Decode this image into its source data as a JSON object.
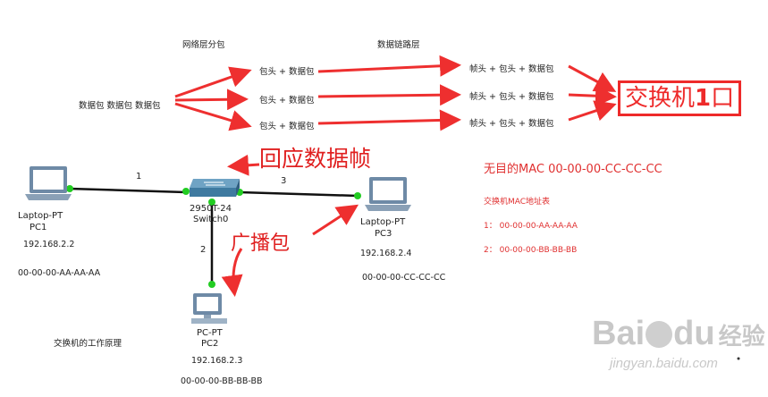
{
  "headers": {
    "network_layer": "网络层分包",
    "data_link_layer": "数据链路层"
  },
  "source": "数据包 数据包 数据包",
  "packets": [
    "包头 + 数据包",
    "包头 + 数据包",
    "包头 + 数据包"
  ],
  "frames": [
    "帧头 + 包头 + 数据包",
    "帧头 + 包头 + 数据包",
    "帧头 + 包头 + 数据包"
  ],
  "destination_box": {
    "text": "交换机",
    "port": "1",
    "suffix": "口"
  },
  "reply_label": "回应数据帧",
  "broadcast_label": "广播包",
  "dest_mac": "无目的MAC 00-00-00-CC-CC-CC",
  "mac_table": {
    "title": "交换机MAC地址表",
    "rows": [
      "1：  00-00-00-AA-AA-AA",
      "2：  00-00-00-BB-BB-BB"
    ]
  },
  "links": [
    "1",
    "2",
    "3"
  ],
  "switch": {
    "model": "2950T-24",
    "name": "Switch0"
  },
  "pc1": {
    "type": "Laptop-PT",
    "name": "PC1",
    "ip": "192.168.2.2",
    "mac": "00-00-00-AA-AA-AA"
  },
  "pc2": {
    "type": "PC-PT",
    "name": "PC2",
    "ip": "192.168.2.3",
    "mac": "00-00-00-BB-BB-BB"
  },
  "pc3": {
    "type": "Laptop-PT",
    "name": "PC3",
    "ip": "192.168.2.4",
    "mac": "00-00-00-CC-CC-CC"
  },
  "caption": "交换机的工作原理",
  "watermark": {
    "brand": "Bai",
    "brand_mid": "du",
    "suffix": "经验",
    "url": "jingyan.baidu.com"
  },
  "colors": {
    "arrow": "#ee2f2f",
    "link_light": "#22cc22",
    "cable": "#111111"
  }
}
